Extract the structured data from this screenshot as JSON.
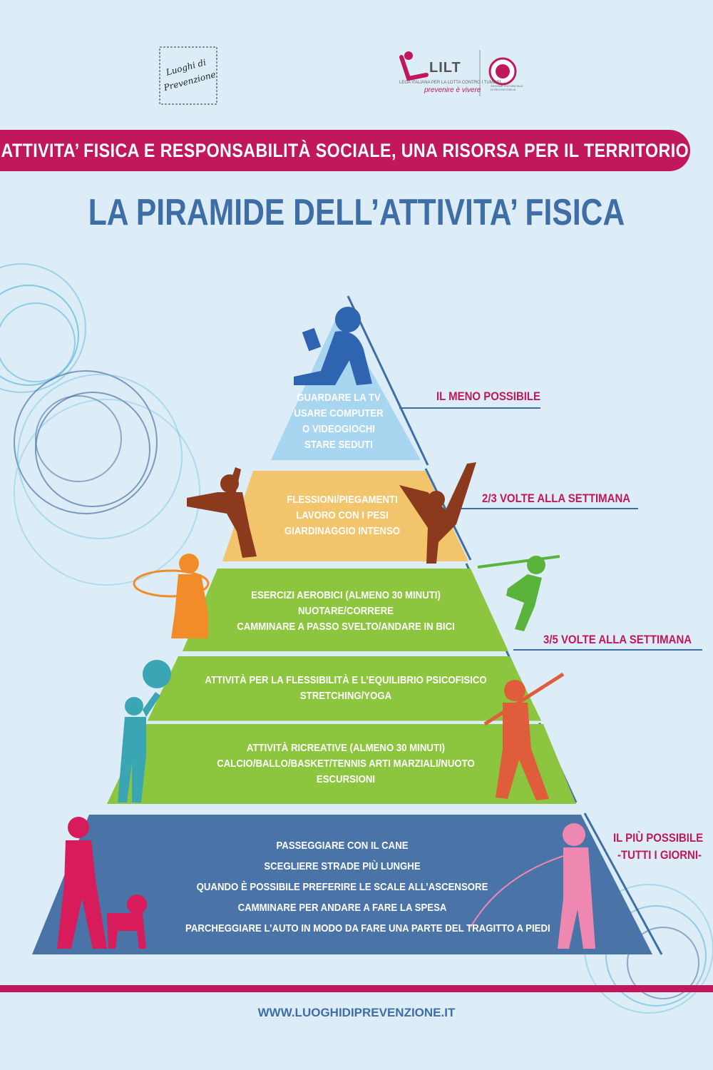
{
  "logos": {
    "left_logo_text": "Luoghi di Prevenzione",
    "lilt_name": "LILT",
    "lilt_subtitle": "LEGA ITALIANA PER LA LOTTA CONTRO I TUMORI",
    "lilt_tagline": "prevenire è vivere",
    "lilt_section": "SEZIONE PROVINCIALE DI REGGIO EMILIA"
  },
  "banner": "ATTIVITA’ FISICA E RESPONSABILITÀ SOCIALE, UNA RISORSA PER IL TERRITORIO",
  "title": "LA PIRAMIDE DELL’ATTIVITA’ FISICA",
  "tiers": {
    "top": [
      "GUARDARE LA TV",
      "USARE COMPUTER",
      "O VIDEOGIOCHI",
      "STARE SEDUTI"
    ],
    "second": [
      "FLESSIONI/PIEGAMENTI",
      "LAVORO CON I PESI",
      "GIARDINAGGIO INTENSO"
    ],
    "third": [
      "ESERCIZI AEROBICI (ALMENO 30 MINUTI)",
      "NUOTARE/CORRERE",
      "CAMMINARE A PASSO SVELTO/ANDARE IN BICI"
    ],
    "fourth": [
      "ATTIVITÀ PER LA FLESSIBILITÀ E L’EQUILIBRIO PSICOFISICO",
      "STRETCHING/YOGA"
    ],
    "fifth": [
      "ATTIVITÀ RICREATIVE (ALMENO 30 MINUTI)",
      "CALCIO/BALLO/BASKET/TENNIS ARTI MARZIALI/NUOTO",
      "ESCURSIONI"
    ],
    "base": [
      "PASSEGGIARE CON IL CANE",
      "SCEGLIERE STRADE PIÙ LUNGHE",
      "QUANDO È POSSIBILE PREFERIRE LE SCALE ALL’ASCENSORE",
      "CAMMINARE PER ANDARE A FARE LA SPESA",
      "PARCHEGGIARE L’AUTO IN MODO DA FARE UNA PARTE DEL TRAGITTO A PIEDI"
    ]
  },
  "frequencies": {
    "top": "IL MENO POSSIBILE",
    "second": "2/3 VOLTE ALLA SETTIMANA",
    "middle": "3/5 VOLTE ALLA SETTIMANA",
    "base_1": "IL PIÙ POSSIBILE",
    "base_2": "-TUTTI I GIORNI-"
  },
  "footer_url": "WWW.LUOGHIDIPREVENZIONE.IT",
  "colors": {
    "magenta": "#c0185a",
    "title_blue": "#3f6ea7",
    "tier_top": "#a8d5f0",
    "tier_yellow": "#f2c46b",
    "tier_green": "#8cc63e",
    "tier_base": "#4a74a8"
  }
}
